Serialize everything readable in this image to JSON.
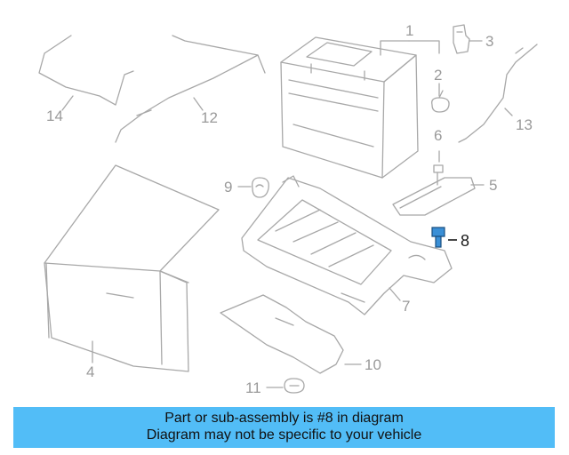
{
  "diagram": {
    "callouts": {
      "c1": "1",
      "c2": "2",
      "c3": "3",
      "c4": "4",
      "c5": "5",
      "c6": "6",
      "c7": "7",
      "c8": "8",
      "c9": "9",
      "c10": "10",
      "c11": "11",
      "c12": "12",
      "c13": "13",
      "c14": "14"
    },
    "highlight_part": "8",
    "colors": {
      "line": "#a8a8a8",
      "highlight": "#3a8fd6",
      "banner": "#52bdf7",
      "text_dark": "#111111"
    }
  },
  "banner": {
    "line1": "Part or sub-assembly is #8 in diagram",
    "line2": "Diagram may not be specific to your vehicle"
  }
}
